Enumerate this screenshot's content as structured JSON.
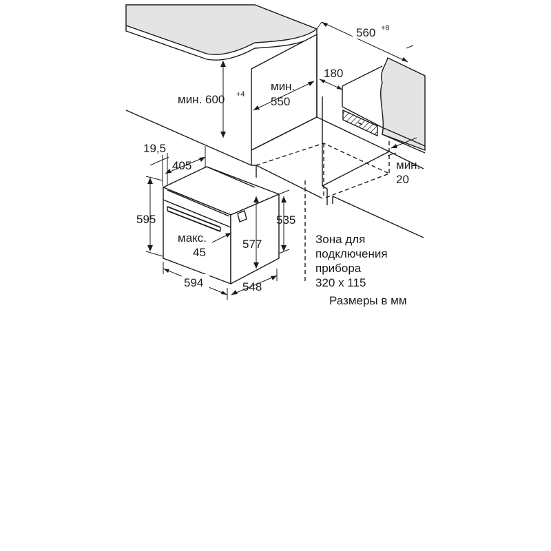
{
  "dimensions": {
    "niche_width": "560",
    "niche_width_tol": "+8",
    "niche_height_label": "мин. 600",
    "niche_height_tol": "+4",
    "niche_depth_label_1": "мин.",
    "niche_depth_label_2": "550",
    "socket_offset": "180",
    "side_gap_label_1": "мин.",
    "side_gap_label_2": "20",
    "front_offset": "19,5",
    "top_depth": "405",
    "oven_height": "595",
    "door_gap_label_1": "макс.",
    "door_gap_label_2": "45",
    "inner_height": "577",
    "body_height": "535",
    "oven_width": "594",
    "oven_depth": "548"
  },
  "notes": {
    "zone_line_1": "Зона для",
    "zone_line_2": "подключения",
    "zone_line_3": "прибора",
    "zone_line_4": "320 x 115",
    "units": "Размеры в мм"
  }
}
